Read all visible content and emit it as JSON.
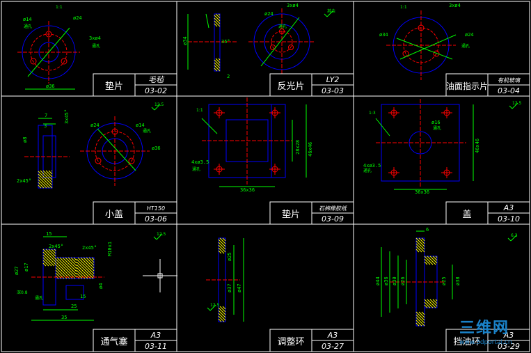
{
  "panels": [
    {
      "name": "垫片",
      "material": "毛毡",
      "code": "03-02",
      "dims": [
        "ø14",
        "ø24",
        "3xø4",
        "ø36"
      ],
      "labels": [
        "1:1",
        "通孔",
        "通孔"
      ],
      "roughness": ""
    },
    {
      "name": "反光片",
      "material": "LY2",
      "code": "03-03",
      "dims": [
        "ø24",
        "3xø4",
        "ø34",
        "2",
        "35°"
      ],
      "labels": [
        "通孔"
      ],
      "roughness": "其余"
    },
    {
      "name": "油面指示片",
      "material": "有机玻璃",
      "code": "03-04",
      "dims": [
        "ø34",
        "3xø4",
        "ø24"
      ],
      "labels": [
        "1:1",
        "通孔"
      ],
      "roughness": ""
    },
    {
      "name": "小盖",
      "material": "HT150",
      "code": "03-06",
      "dims": [
        "7",
        "3",
        "ø8",
        "ø14",
        "ø24",
        "ø36",
        "2x45°",
        "3x45°"
      ],
      "labels": [
        "通孔"
      ],
      "roughness": "12.5"
    },
    {
      "name": "垫片",
      "material": "石棉橡胶纸",
      "code": "03-09",
      "dims": [
        "28x28",
        "46x46",
        "4xø3.5",
        "36x36"
      ],
      "labels": [
        "1:1",
        "通孔"
      ],
      "roughness": ""
    },
    {
      "name": "盖",
      "material": "A3",
      "code": "03-10",
      "dims": [
        "ø16",
        "46x46",
        "4xø3.5",
        "36x36"
      ],
      "labels": [
        "1:3",
        "通孔",
        "通孔"
      ],
      "roughness": "12.5"
    },
    {
      "name": "通气塞",
      "material": "A3",
      "code": "03-11",
      "dims": [
        "15",
        "2x45°",
        "2x45°",
        "M10x1",
        "ø27",
        "ø17",
        "ø4",
        "15",
        "25",
        "35"
      ],
      "labels": [
        "深0.8",
        "通孔"
      ],
      "roughness": "12.5"
    },
    {
      "name": "调整环",
      "material": "A3",
      "code": "03-27",
      "dims": [
        "ø37",
        "ø47",
        "ø25"
      ],
      "labels": [],
      "roughness": "12.5"
    },
    {
      "name": "挡油环",
      "material": "A3",
      "code": "03-29",
      "dims": [
        "ø44",
        "ø36",
        "ø30",
        "ø26",
        "ø25",
        "ø38",
        "6"
      ],
      "labels": [],
      "roughness": "6.3"
    }
  ],
  "watermark": {
    "text": "三维网",
    "url": "www.3dportal.cn"
  },
  "colors": {
    "frame": "#ffffff",
    "outline": "#0000ff",
    "dimension": "#00ff00",
    "center": "#ff0000",
    "hatch": "#ffff00",
    "text": "#ffffff"
  }
}
